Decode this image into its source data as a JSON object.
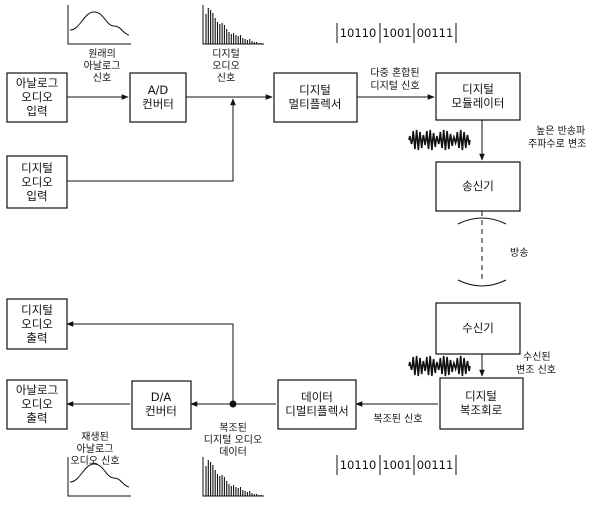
{
  "blocks": {
    "analog_in": [
      "아날로그",
      "오디오",
      "입력"
    ],
    "digital_in": [
      "디지털",
      "오디오",
      "입력"
    ],
    "ad": [
      "A/D",
      "컨버터"
    ],
    "mux": [
      "디지털",
      "멀티플렉서"
    ],
    "mod": [
      "디지털",
      "모듈레이터"
    ],
    "tx": [
      "송신기"
    ],
    "rx": [
      "수신기"
    ],
    "demod": [
      "디지털",
      "복조회로"
    ],
    "demux": [
      "데이터",
      "디멀티플렉서"
    ],
    "da": [
      "D/A",
      "컨버터"
    ],
    "digital_out": [
      "디지털",
      "오디오",
      "출력"
    ],
    "analog_out": [
      "아날로그",
      "오디오",
      "출력"
    ]
  },
  "labels": {
    "orig_analog": [
      "원래의",
      "아날로그",
      "신호"
    ],
    "digital_audio": [
      "디지털",
      "오디오",
      "신호"
    ],
    "multiplexed": [
      "다중 혼합된",
      "디지털 신호"
    ],
    "modulated": [
      "높은 반송파",
      "주파수로 변조"
    ],
    "broadcast": "방송",
    "received": [
      "수신된",
      "변조 신호"
    ],
    "demodulated": "복조된 신호",
    "demod_data": [
      "복조된",
      "디지털 오디오",
      "데이터"
    ],
    "reproduced": [
      "재생된",
      "아날로그",
      "오디오 신호"
    ]
  },
  "bitstream_top": [
    "10110",
    "1001",
    "00111"
  ],
  "bitstream_bottom": [
    "10110",
    "1001",
    "00111"
  ],
  "colors": {
    "stroke": "#111111",
    "background": "#ffffff"
  }
}
